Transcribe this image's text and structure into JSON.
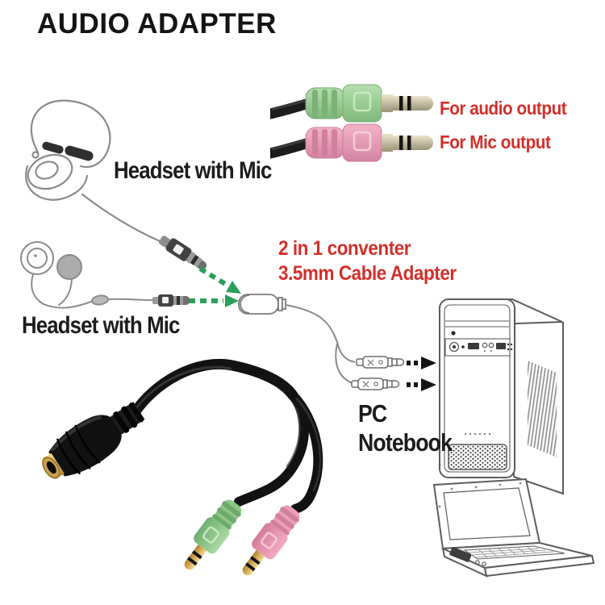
{
  "page": {
    "title": "AUDIO ADAPTER"
  },
  "labels": {
    "headset1": "Headset with Mic",
    "headset2": "Headset with Mic",
    "audio_output": "For audio output",
    "mic_output": "For Mic output",
    "converter_line1": "2 in 1 conventer",
    "converter_line2": "3.5mm Cable Adapter",
    "pc_line1": "PC",
    "pc_line2": "Notebook"
  },
  "colors": {
    "background": "#ffffff",
    "title_text": "#141414",
    "sketch_label_text": "#1c1c1c",
    "annotation_red": "#d32f2a",
    "arrow_green": "#2aa05a",
    "arrow_black": "#141414",
    "plug_green": "#9fd49a",
    "plug_pink": "#e8a3bb",
    "gold_connector": "#c9a24a",
    "cable_black": "#121212",
    "sketch_line_gray": "#8b8b8b"
  },
  "illustrations": {
    "headset1": "ear-hook-headset-sketch",
    "headset2": "earbud-headset-sketch",
    "headset_plugs": "trs-plug-sketch",
    "converter": "adapter-female-jack-sketch",
    "pc_tower": "desktop-tower-sketch",
    "laptop": "laptop-sketch",
    "output_plugs_photo": "green-pink-plugs-photo",
    "product_photo": "splitter-cable-photo",
    "green_arrows": "green-dashed-arrow",
    "black_arrows": "black-dashed-arrow"
  }
}
